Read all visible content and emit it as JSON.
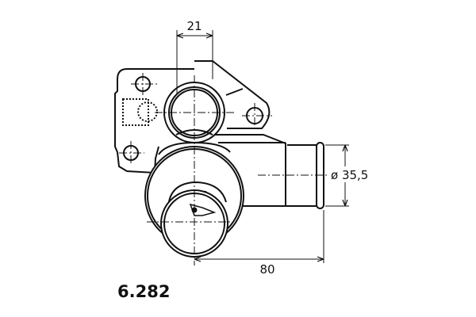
{
  "drawing": {
    "part_number": "6.282",
    "dimensions": {
      "top_width": "21",
      "outlet_diameter": "ø 35,5",
      "outlet_length": "80"
    },
    "colors": {
      "line": "#111111",
      "background": "#ffffff"
    }
  }
}
